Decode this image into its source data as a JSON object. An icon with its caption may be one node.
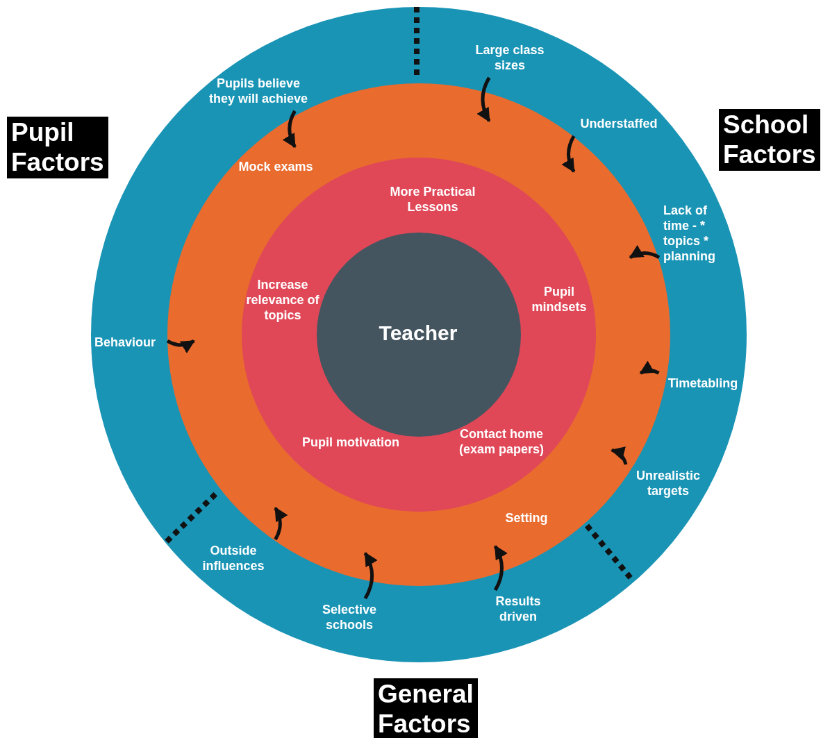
{
  "diagram": {
    "nodes": [
      {
        "text": [],
        "shape": "circle"
      },
      {
        "text": [
          "Mock exams",
          "Setting"
        ],
        "in": 0
      },
      {
        "text": [
          "More Practical Lessons",
          "Increase relevance of topics",
          "Pupil mindsets",
          "Pupil motivation",
          "Contact home (exam papers)"
        ],
        "in": 1
      },
      {
        "text": [
          "Teacher"
        ],
        "in": 2
      },
      {
        "text": [
          "Pupils believe they will achieve"
        ],
        "in": 0
      },
      {
        "text": [
          "Large class sizes"
        ],
        "in": 0
      },
      {
        "text": [
          "Understaffed"
        ],
        "in": 0
      },
      {
        "text": [
          "Lack of time - * topics * planning"
        ],
        "in": 0
      },
      {
        "text": [
          "Behaviour"
        ],
        "in": 0
      },
      {
        "text": [
          "Timetabling"
        ],
        "in": 0
      },
      {
        "text": [
          "Unrealistic targets"
        ],
        "in": 0
      },
      {
        "text": [
          "Outside influences"
        ],
        "in": 0
      },
      {
        "text": [
          "Selective schools"
        ],
        "in": 0
      },
      {
        "text": [
          "Results driven"
        ],
        "in": 0
      }
    ],
    "edges": [
      {
        "from": 4,
        "to": 1,
        "arrow": "to"
      },
      {
        "from": 5,
        "to": 1,
        "arrow": "to"
      },
      {
        "from": 6,
        "to": 1,
        "arrow": "to"
      },
      {
        "from": 7,
        "to": 1,
        "arrow": "to"
      },
      {
        "from": 8,
        "to": 1,
        "arrow": "to"
      },
      {
        "from": 9,
        "to": 1,
        "arrow": "to"
      },
      {
        "from": 10,
        "to": 1,
        "arrow": "to"
      },
      {
        "from": 11,
        "to": 1,
        "arrow": "to"
      },
      {
        "from": 12,
        "to": 1,
        "arrow": "to"
      },
      {
        "from": 13,
        "to": 1,
        "arrow": "to"
      }
    ],
    "labels": [
      "Pupil Factors",
      "School Factors",
      "General Factors"
    ]
  }
}
